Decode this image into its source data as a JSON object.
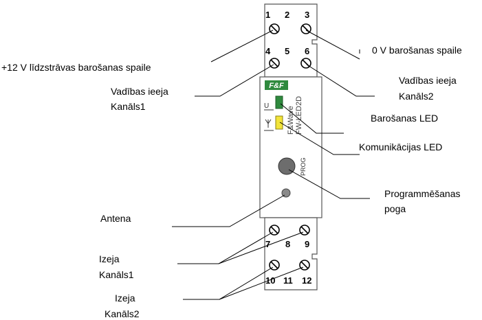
{
  "terminals": {
    "t1": "1",
    "t2": "2",
    "t3": "3",
    "t4": "4",
    "t5": "5",
    "t6": "6",
    "t7": "7",
    "t8": "8",
    "t9": "9",
    "t10": "10",
    "t11": "11",
    "t12": "12"
  },
  "device": {
    "logo": "F&F",
    "brand": "F&Wave",
    "model": "FW-LED2D",
    "led_u_label": "U",
    "prog_label": "PROG"
  },
  "labels": {
    "supply_plus": "+12 V līdzstrāvas barošanas spaile",
    "supply_zero": "0 V barošanas spaile",
    "input1_l1": "Vadības ieeja",
    "input1_l2": "Kanāls1",
    "input2_l1": "Vadības ieeja",
    "input2_l2": "Kanāls2",
    "power_led": "Barošanas LED",
    "comm_led": "Komunikācijas LED",
    "prog_l1": "Programmēšanas",
    "prog_l2": "poga",
    "antenna": "Antena",
    "output1_l1": "Izeja",
    "output1_l2": "Kanāls1",
    "output2_l1": "Izeja",
    "output2_l2": "Kanāls2"
  },
  "colors": {
    "logo_green": "#2f8a3e",
    "power_led_green": "#2f8a3e",
    "comm_led_yellow": "#f2e43a",
    "prog_button": "#6d6d6d",
    "antenna_dot": "#8a8a8a"
  }
}
